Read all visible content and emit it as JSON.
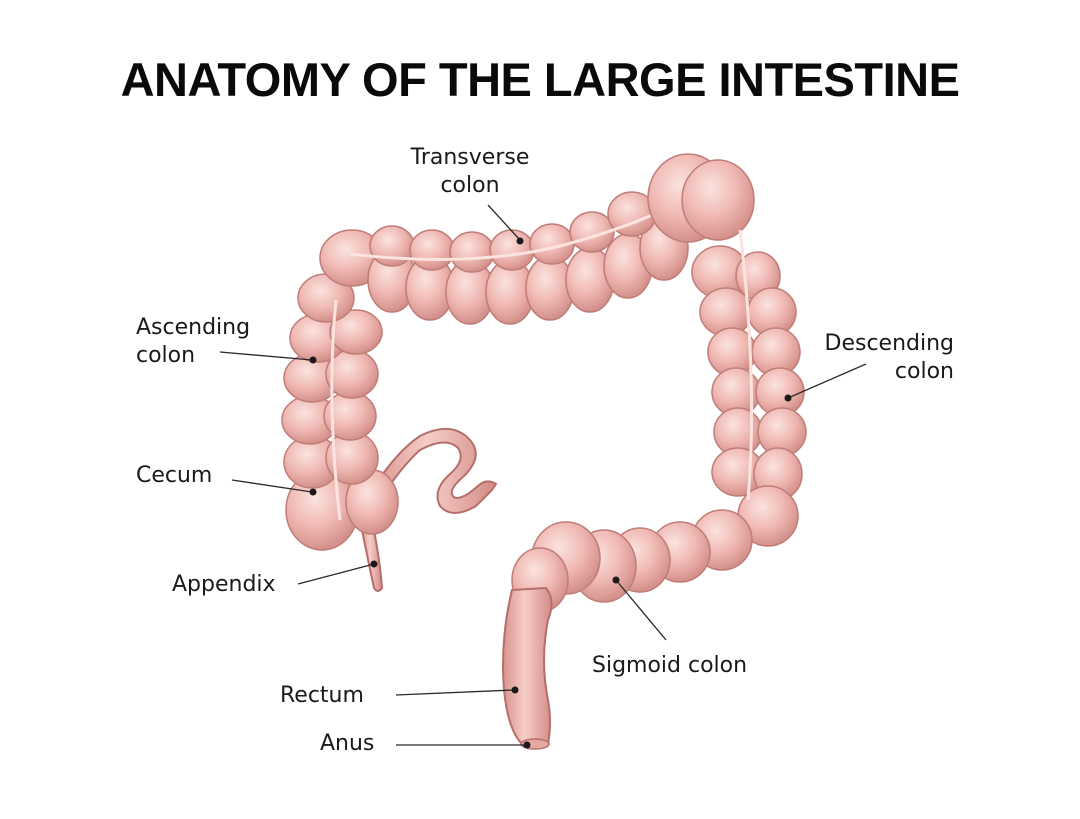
{
  "title": "ANATOMY OF THE LARGE INTESTINE",
  "colors": {
    "tissue": "#f0b9b4",
    "tissue_shade": "#d98f8a",
    "tissue_edge": "#b56f6b",
    "highlight": "#fbe3df",
    "leader": "#2a2a2a"
  },
  "labels": {
    "transverse": {
      "line1": "Transverse",
      "line2": "colon"
    },
    "ascending": {
      "line1": "Ascending",
      "line2": "colon"
    },
    "descending": {
      "line1": "Descending",
      "line2": "colon"
    },
    "cecum": "Cecum",
    "appendix": "Appendix",
    "sigmoid": "Sigmoid colon",
    "rectum": "Rectum",
    "anus": "Anus"
  }
}
